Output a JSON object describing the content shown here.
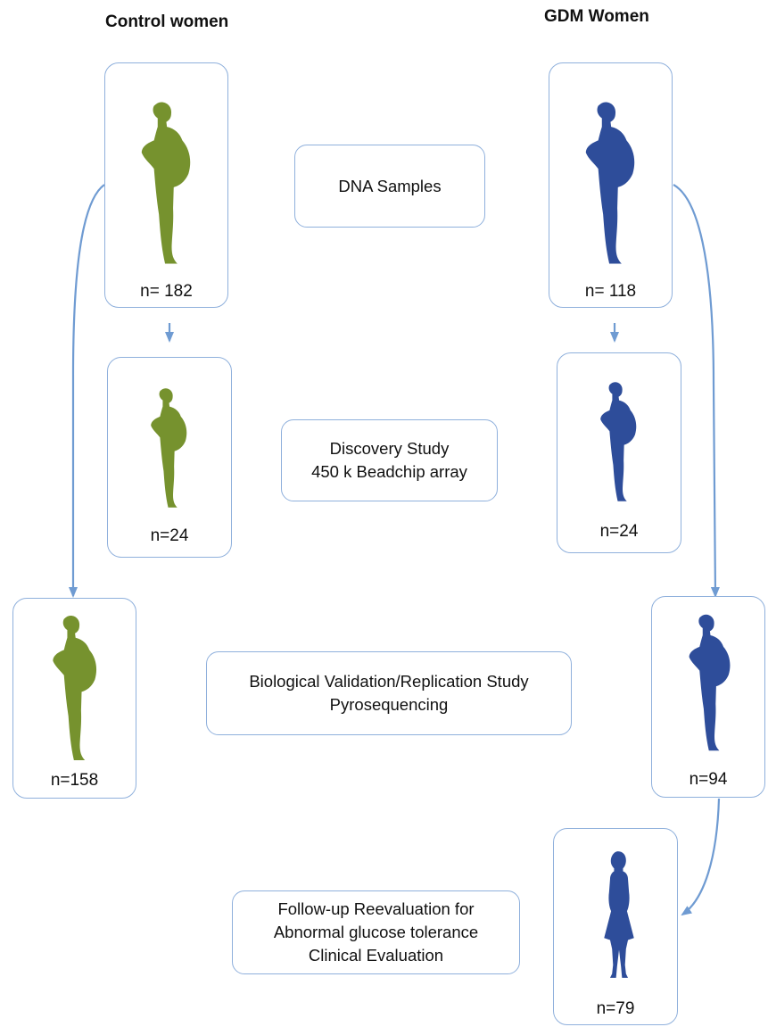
{
  "headers": {
    "control": "Control women",
    "gdm": "GDM Women"
  },
  "stages": {
    "dna": [
      "DNA Samples"
    ],
    "discovery": [
      "Discovery Study",
      "450 k Beadchip array"
    ],
    "validation": [
      "Biological Validation/Replication Study",
      "Pyrosequencing"
    ],
    "followup": [
      "Follow-up Reevaluation for",
      "Abnormal glucose tolerance",
      "Clinical Evaluation"
    ]
  },
  "counts": {
    "control_dna": "n= 182",
    "gdm_dna": "n= 118",
    "control_discovery": "n=24",
    "gdm_discovery": "n=24",
    "control_validation": "n=158",
    "gdm_validation": "n=94",
    "gdm_followup": "n=79"
  },
  "colors": {
    "control": "#76922e",
    "gdm": "#2e4d9a",
    "arrow": "#6f9bd2",
    "border": "#8fb0dc"
  },
  "icons": {
    "pregnant": "pregnant-woman-silhouette-icon",
    "woman": "woman-silhouette-icon"
  }
}
